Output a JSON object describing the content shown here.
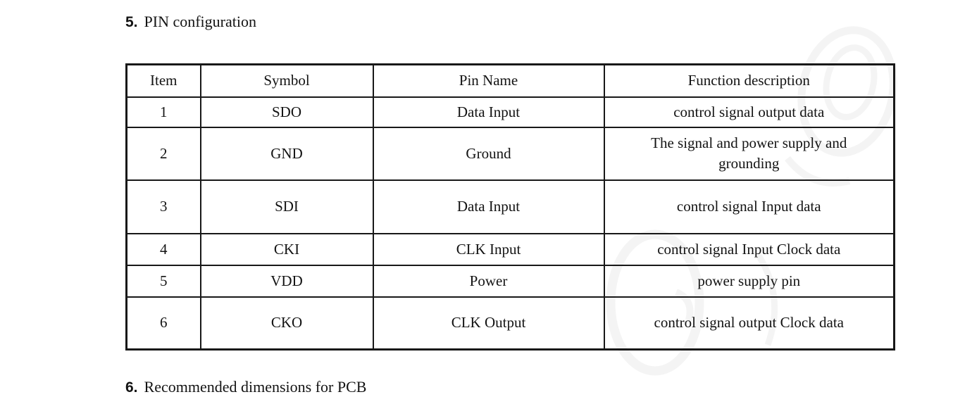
{
  "sections": {
    "pin_config": {
      "number": "5.",
      "title": "PIN configuration"
    },
    "pcb_dims": {
      "number": "6.",
      "title": "Recommended dimensions for PCB"
    }
  },
  "table": {
    "headers": [
      "Item",
      "Symbol",
      "Pin Name",
      "Function description"
    ],
    "rows": [
      {
        "item": "1",
        "symbol": "SDO",
        "pin_name": "Data Input",
        "function": "control signal output data"
      },
      {
        "item": "2",
        "symbol": "GND",
        "pin_name": "Ground",
        "function": "The signal and power supply and grounding"
      },
      {
        "item": "3",
        "symbol": "SDI",
        "pin_name": "Data Input",
        "function": "control signal Input data"
      },
      {
        "item": "4",
        "symbol": "CKI",
        "pin_name": "CLK Input",
        "function": "control signal Input Clock data"
      },
      {
        "item": "5",
        "symbol": "VDD",
        "pin_name": "Power",
        "function": "power supply pin"
      },
      {
        "item": "6",
        "symbol": "CKO",
        "pin_name": "CLK Output",
        "function": "control signal output Clock data"
      }
    ]
  },
  "colors": {
    "text": "#131313",
    "table_border": "#181818",
    "background": "#ffffff",
    "watermark": "#f3f3f3"
  }
}
